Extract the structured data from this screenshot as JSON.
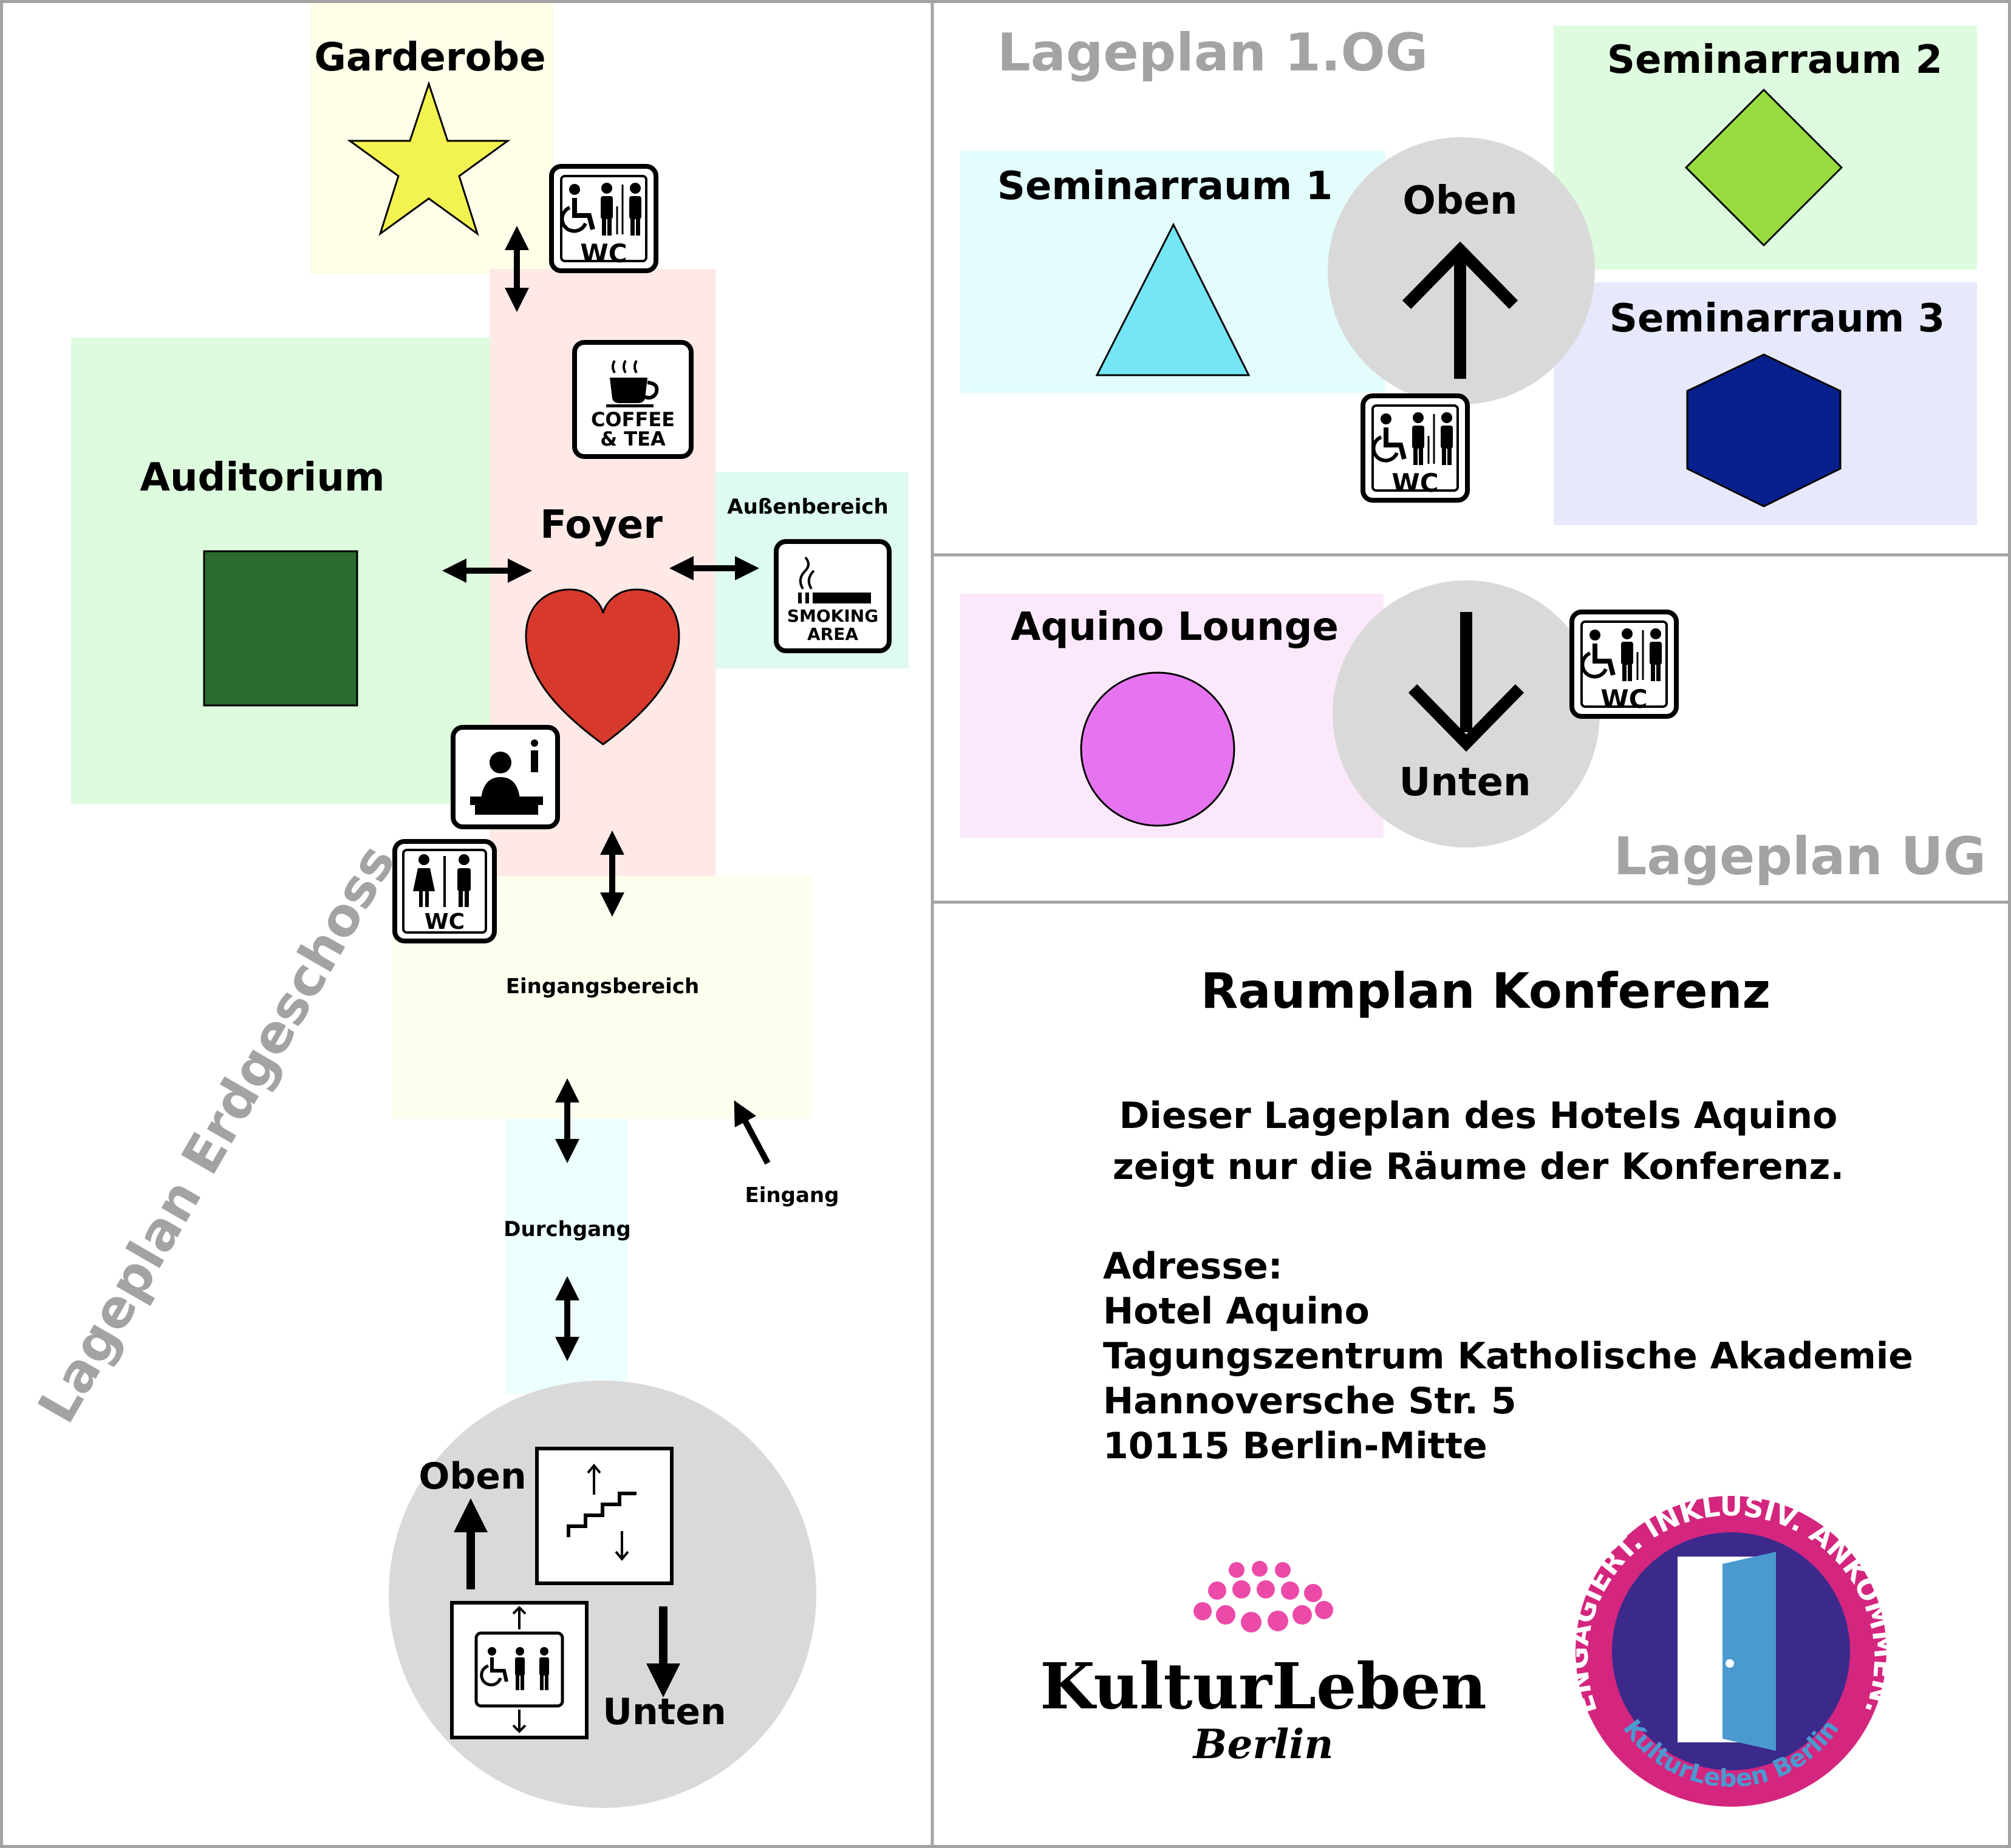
{
  "ground_floor": {
    "plan_title": "Lageplan Erdgeschoss",
    "rooms": {
      "garderobe": "Garderobe",
      "auditorium": "Auditorium",
      "foyer": "Foyer",
      "aussenbereich": "Außenbereich",
      "eingangsbereich": "Eingangsbereich",
      "durchgang": "Durchgang",
      "eingang": "Eingang"
    },
    "stair_up": "Oben",
    "stair_down": "Unten",
    "icons": {
      "wc": "WC",
      "coffee_line1": "COFFEE",
      "coffee_line2": "& TEA",
      "smoking_line1": "SMOKING",
      "smoking_line2": "AREA"
    }
  },
  "first_floor": {
    "plan_title": "Lageplan 1.OG",
    "rooms": {
      "seminar1": "Seminarraum 1",
      "seminar2": "Seminarraum 2",
      "seminar3": "Seminarraum 3"
    },
    "up_label": "Oben",
    "wc": "WC"
  },
  "basement": {
    "plan_title": "Lageplan UG",
    "lounge": "Aquino Lounge",
    "down_label": "Unten",
    "wc": "WC"
  },
  "info": {
    "title": "Raumplan Konferenz",
    "description_line1": "Dieser Lageplan des Hotels Aquino",
    "description_line2": "zeigt nur die Räume der Konferenz.",
    "address_label": "Adresse:",
    "address_lines": [
      "Hotel Aquino",
      "Tagungszentrum Katholische Akademie",
      "Hannoversche Str. 5",
      "10115 Berlin-Mitte"
    ]
  },
  "logos": {
    "kulturleben_name": "KulturLeben",
    "kulturleben_city": "Berlin",
    "badge_outer_text": "ENGAGIERT. INKLUSIV. ANKOMMEN.",
    "badge_inner_text": "KulturLeben Berlin"
  },
  "colors": {
    "plan_title_gray": "#a3a3a3",
    "star_yellow": "#f2f250",
    "heart_red": "#d8392d",
    "auditorium_green": "#2a6b2e",
    "triangle_cyan": "#74e6f6",
    "diamond_green": "#98dc40",
    "hexagon_blue": "#08208e",
    "circle_pink": "#e674f0",
    "kl_pink": "#ec4aa8",
    "badge_magenta": "#d4267e",
    "badge_purple": "#3b2a8c",
    "badge_blue": "#4a9ad0"
  }
}
